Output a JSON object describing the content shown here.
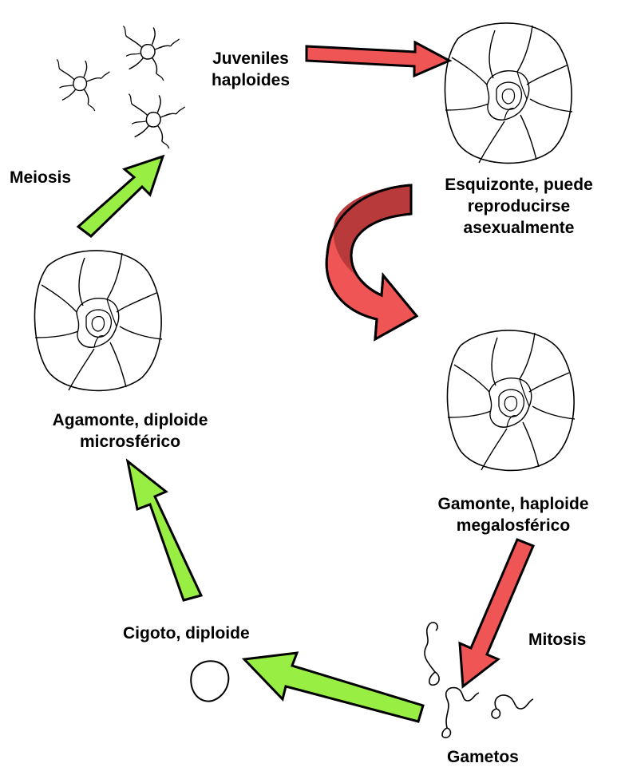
{
  "labels": {
    "juveniles": [
      "Juveniles",
      "haploides"
    ],
    "meiosis": "Meiosis",
    "esquizonte": [
      "Esquizonte, puede",
      "reproducirse",
      "asexualmente"
    ],
    "agamonte": [
      "Agamonte, diploide",
      "microsférico"
    ],
    "gamonte": [
      "Gamonte, haploide",
      "megalosférico"
    ],
    "mitosis": "Mitosis",
    "cigoto": "Cigoto, diploide",
    "gametos": "Gametos"
  },
  "colors": {
    "green_arrow": "#99ee44",
    "red_arrow": "#f05555",
    "red_arrow_dark": "#b83a3a",
    "outline": "#000000"
  }
}
